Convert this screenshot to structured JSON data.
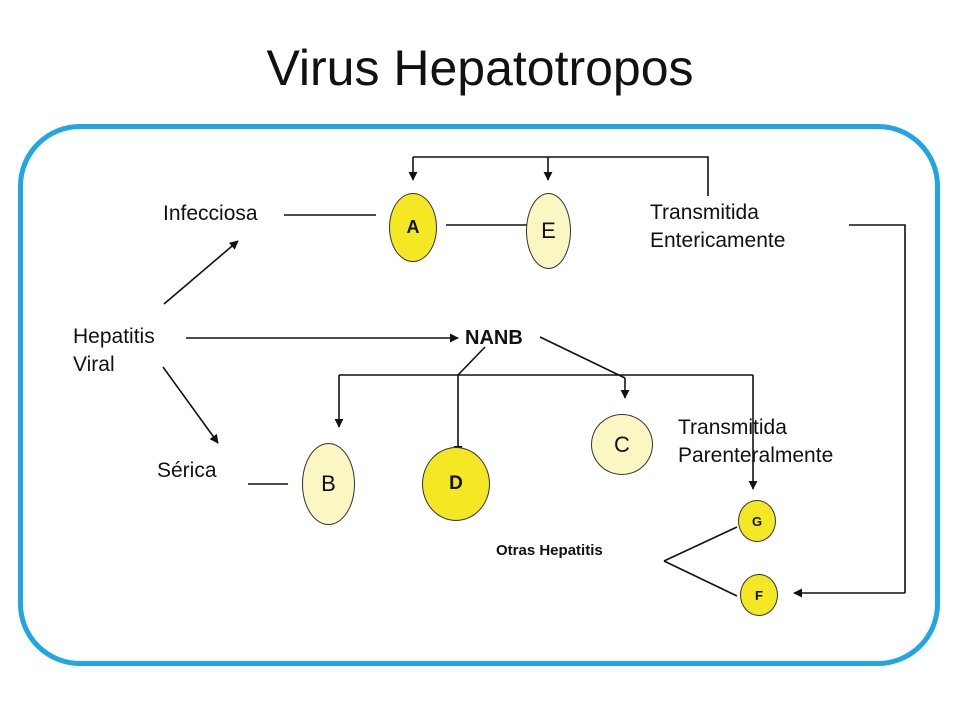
{
  "title": "Virus Hepatotropos",
  "colors": {
    "frame": "#1ea7e4",
    "node_bright": "#f3e823",
    "node_pale": "#fbf7c2",
    "line": "#111111"
  },
  "labels": {
    "infecciosa": "Infecciosa",
    "enteric_line1": "Transmitida",
    "enteric_line2": "Entericamente",
    "hepatitis_line1": "Hepatitis",
    "hepatitis_line2": "Viral",
    "nanb": "NANB",
    "parenteral_line1": "Transmitida",
    "parenteral_line2": "Parenteralmente",
    "serica": "Sérica",
    "otras": "Otras Hepatitis"
  },
  "nodes": {
    "a": "A",
    "e": "E",
    "c": "C",
    "b": "B",
    "d": "D",
    "g": "G",
    "f": "F"
  }
}
